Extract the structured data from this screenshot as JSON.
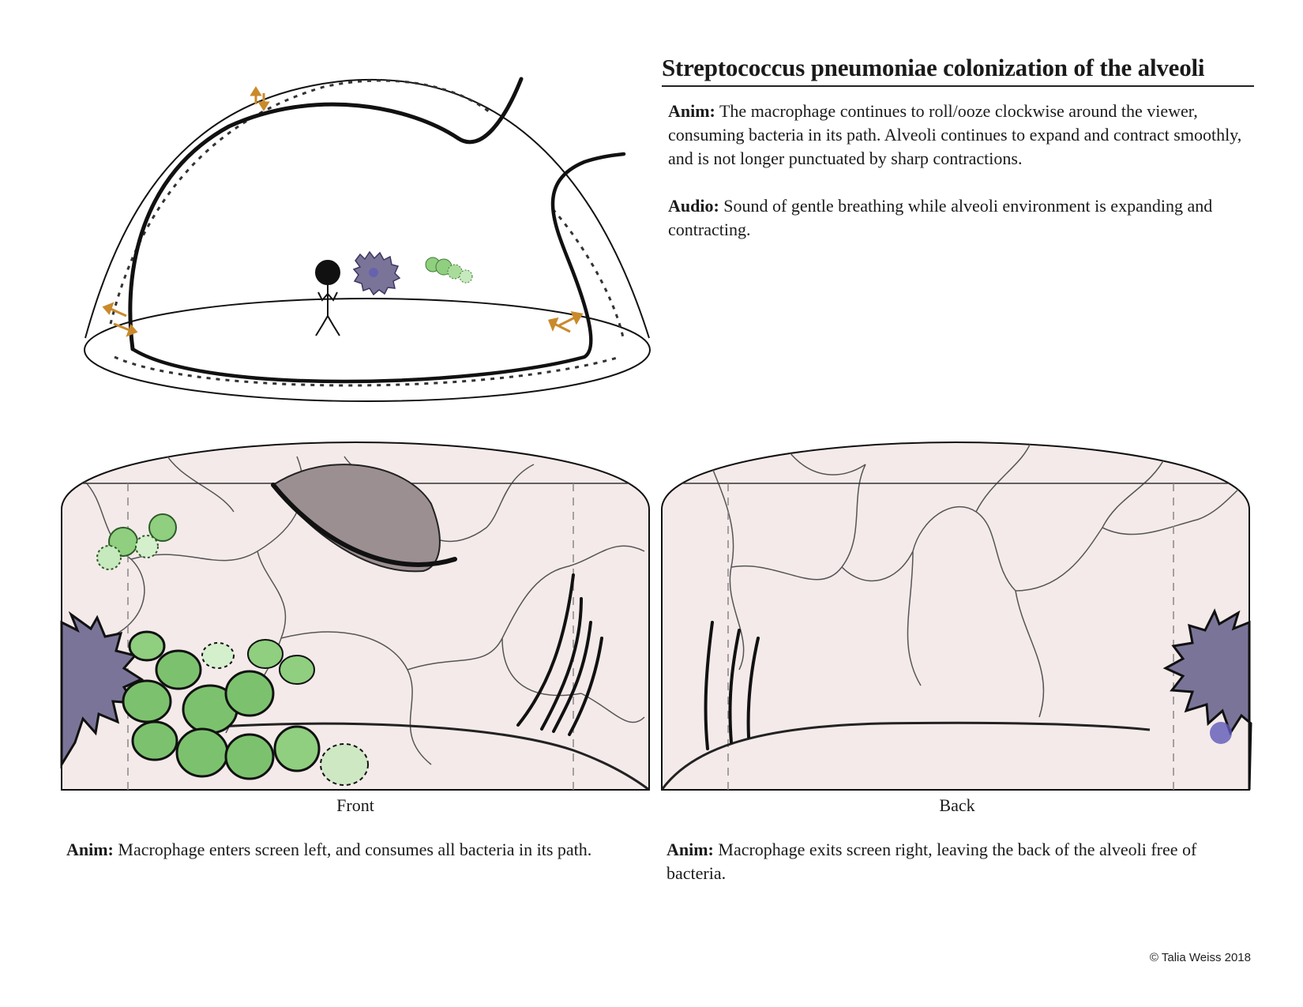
{
  "title": "Streptococcus pneumoniae colonization of the alveoli",
  "top_notes": {
    "anim_label": "Anim:",
    "anim_text": " The macrophage continues to roll/ooze clockwise around the viewer, consuming bacteria in its path. Alveoli continues to expand and contract smoothly, and is not longer punctuated by sharp contractions.",
    "audio_label": "Audio:",
    "audio_text": " Sound of gentle breathing while alveoli environment is expanding and contracting."
  },
  "panels": {
    "front": {
      "label": "Front",
      "anim_label": "Anim:",
      "anim_text": " Macrophage enters screen left, and consumes all bacteria in its path."
    },
    "back": {
      "label": "Back",
      "anim_label": "Anim:",
      "anim_text": " Macrophage exits screen right, leaving the back of the alveoli free of bacteria."
    }
  },
  "copyright": "© Talia Weiss 2018",
  "colors": {
    "bacteria_green": "#7cc26e",
    "macrophage_purple": "#6f6a93",
    "alveolar_wall_pink": "#f4eaea",
    "arrow_orange": "#c98a2b"
  }
}
